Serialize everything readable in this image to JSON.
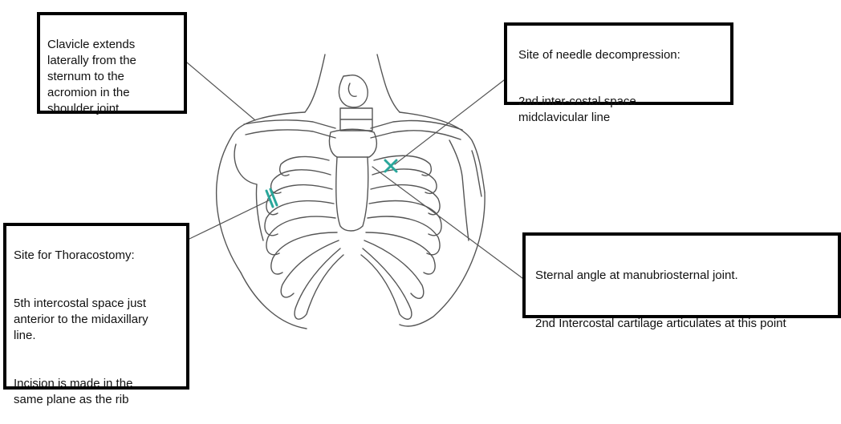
{
  "colors": {
    "line": "#555555",
    "border": "#000000",
    "mark": "#2aa79b"
  },
  "callouts": {
    "clavicle": {
      "text": "Clavicle extends\nlaterally from the\nsternum to the\nacromion in the\nshoulder joint"
    },
    "needle_decompression": {
      "heading": "Site of needle decompression:",
      "detail": "2nd inter-costal space\nmidclavicular line"
    },
    "thoracostomy": {
      "heading": "Site for Thoracostomy:",
      "detail": "5th intercostal space just\nanterior to the midaxillary\nline.",
      "note": "Incision is made in the\nsame plane as the rib"
    },
    "sternal_angle": {
      "heading": "Sternal angle at manubriosternal joint.",
      "detail": "2nd Intercostal cartilage articulates at this point"
    }
  },
  "icons": [
    "ribcage-illustration",
    "needle-site-x-mark",
    "thoracostomy-incision-mark"
  ]
}
